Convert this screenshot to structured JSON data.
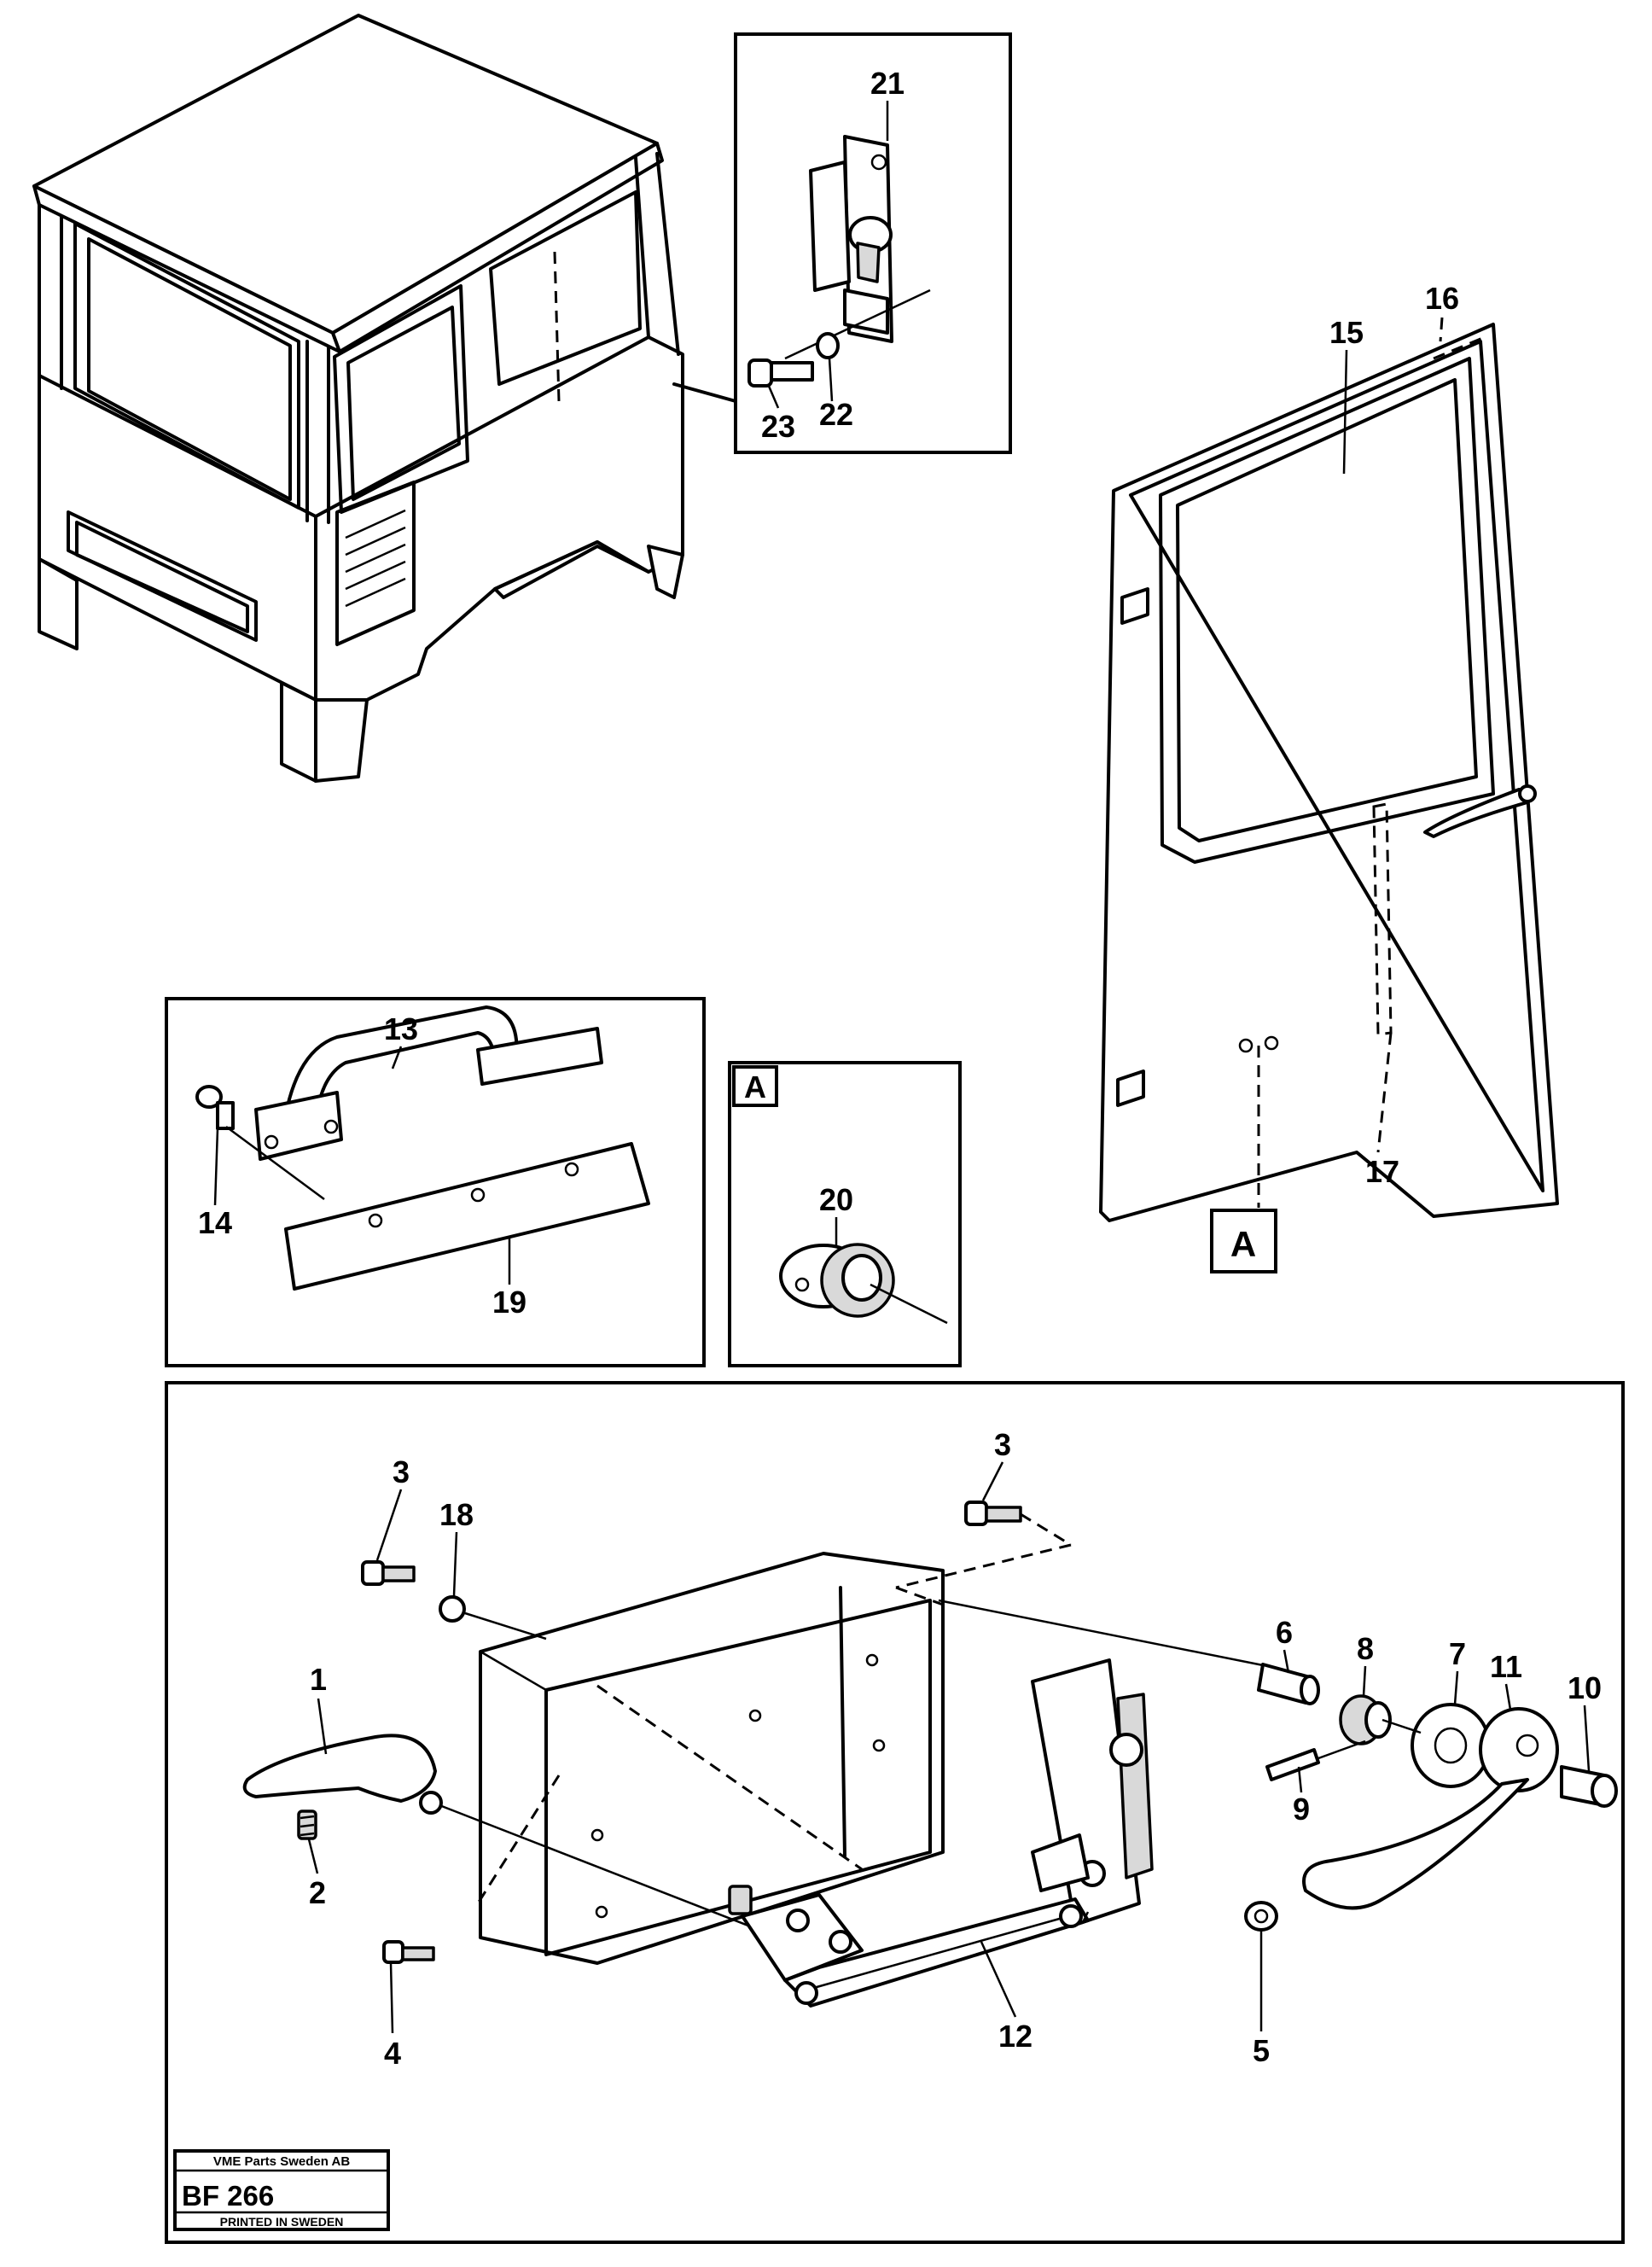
{
  "callouts": {
    "c1": "1",
    "c2": "2",
    "c3a": "3",
    "c3b": "3",
    "c4": "4",
    "c5": "5",
    "c6": "6",
    "c7": "7",
    "c8": "8",
    "c9": "9",
    "c10": "10",
    "c11": "11",
    "c12": "12",
    "c13": "13",
    "c14": "14",
    "c15": "15",
    "c16": "16",
    "c17": "17",
    "c18": "18",
    "c19": "19",
    "c20": "20",
    "c21": "21",
    "c22": "22",
    "c23": "23"
  },
  "detail_markers": {
    "detail_a_box_label": "A",
    "door_detail_label": "A"
  },
  "title_block": {
    "company": "VME Parts Sweden AB",
    "code": "BF 266",
    "printed": "PRINTED IN SWEDEN"
  },
  "icons": [
    "cab-illustration",
    "door-illustration",
    "lock-mechanism-illustration",
    "handle-illustration",
    "bushing-illustration",
    "latch-plate-illustration"
  ]
}
